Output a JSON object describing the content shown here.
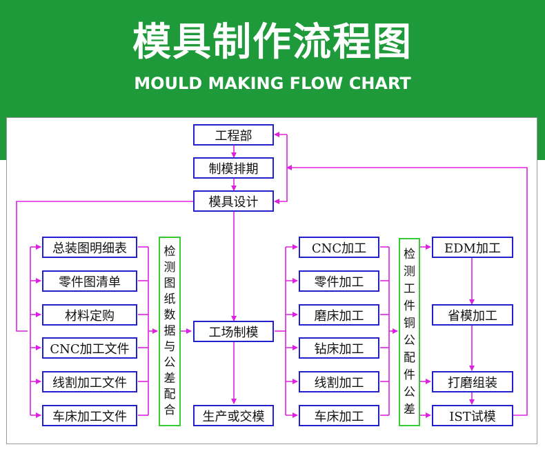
{
  "header": {
    "title": "模具制作流程图",
    "subtitle": "MOULD MAKING FLOW CHART"
  },
  "colors": {
    "banner": "#1f9a3a",
    "box_border": "#2020cc",
    "check_border": "#33cc33",
    "arrow": "#e020e0"
  },
  "center": {
    "engineering": "工程部",
    "schedule": "制模排期",
    "design": "模具设计",
    "factory": "工场制模",
    "delivery": "生产或交模"
  },
  "left_docs": [
    "总装图明细表",
    "零件图清单",
    "材料定购",
    "CNC加工文件",
    "线割加工文件",
    "车床加工文件"
  ],
  "check_drawing": [
    "检",
    "测",
    "图",
    "纸",
    "数",
    "据",
    "与",
    "公",
    "差",
    "配",
    "合"
  ],
  "machining": [
    "CNC加工",
    "零件加工",
    "磨床加工",
    "钻床加工",
    "线割加工",
    "车床加工"
  ],
  "check_parts": [
    "检",
    "测",
    "工",
    "件",
    "铜",
    "公",
    "配",
    "件",
    "公",
    "差"
  ],
  "right_flow": {
    "edm": "EDM加工",
    "province": "省模加工",
    "assembly": "打磨组装",
    "trial": "IST试模"
  }
}
